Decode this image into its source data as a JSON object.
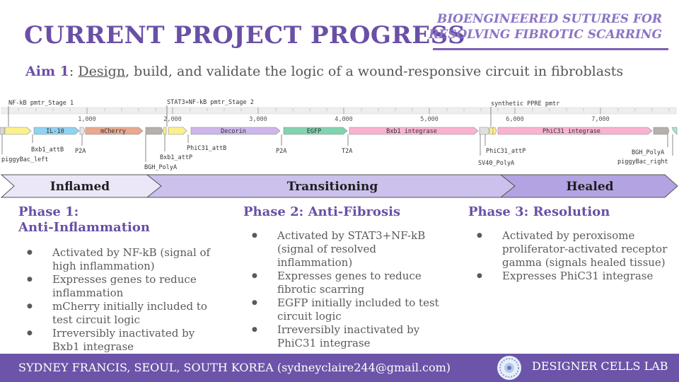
{
  "title": "CURRENT PROJECT PROGRESS",
  "tagline": {
    "line1": "BIOENGINEERED SUTURES FOR",
    "line2": "RESOLVING FIBROTIC SCARRING"
  },
  "aim": {
    "label": "Aim 1",
    "colon": ": ",
    "underlined": "Design",
    "rest": ", build, and validate the logic of a wound-responsive circuit in fibroblasts"
  },
  "plasmid": {
    "ruler_ticks": [
      "1,000",
      "2,000",
      "3,000",
      "4,000",
      "5,000",
      "6,000",
      "7,000"
    ],
    "promoters": [
      "NF-kB pmtr_Stage 1",
      "STAT3+NF-kB pmtr_Stage 2",
      "synthetic PPRE pmtr"
    ],
    "features": [
      "IL-10",
      "mCherry",
      "Decorin",
      "EGFP",
      "Bxb1 integrase",
      "PhiC31 integrase"
    ],
    "labels_below": [
      "piggyBac_left",
      "Bxb1_attB",
      "P2A",
      "BGH_PolyA",
      "Bxb1_attP",
      "PhiC31_attB",
      "P2A",
      "T2A",
      "PhiC31_attP",
      "SV40_PolyA",
      "BGH_PolyA",
      "piggyBac_right"
    ]
  },
  "stages": [
    "Inflamed",
    "Transitioning",
    "Healed"
  ],
  "phases": [
    {
      "title1": "Phase 1:",
      "title2": "Anti-Inflammation",
      "bullets": [
        "Activated by NF-kB (signal of high inflammation)",
        "Expresses genes to reduce inflammation",
        "mCherry initially included to test circuit logic",
        "Irreversibly inactivated by Bxb1 integrase"
      ]
    },
    {
      "title1": "Phase 2: Anti-Fibrosis",
      "bullets": [
        "Activated by STAT3+NF-kB (signal of resolved inflammation)",
        "Expresses genes to reduce fibrotic scarring",
        "EGFP initially included to test circuit logic",
        "Irreversibly inactivated by PhiC31 integrase"
      ]
    },
    {
      "title1": "Phase 3: Resolution",
      "bullets": [
        "Activated by peroxisome proliferator-activated receptor gamma (signals healed tissue)",
        "Expresses PhiC31 integrase"
      ]
    }
  ],
  "footer": {
    "author": "SYDNEY FRANCIS, SEOUL, SOUTH KOREA (sydneyclaire244@gmail.com)",
    "lab": "DESIGNER CELLS LAB"
  },
  "colors": {
    "accent": "#6a4fa6",
    "footer": "#6c54a8",
    "il10": "#8fd3f2",
    "mcherry": "#e8a98f",
    "decorin": "#ccb6ea",
    "egfp": "#82d3b0",
    "integrase": "#f9b2d0",
    "utr": "#fbf08c",
    "polya": "#b5b0ad"
  }
}
